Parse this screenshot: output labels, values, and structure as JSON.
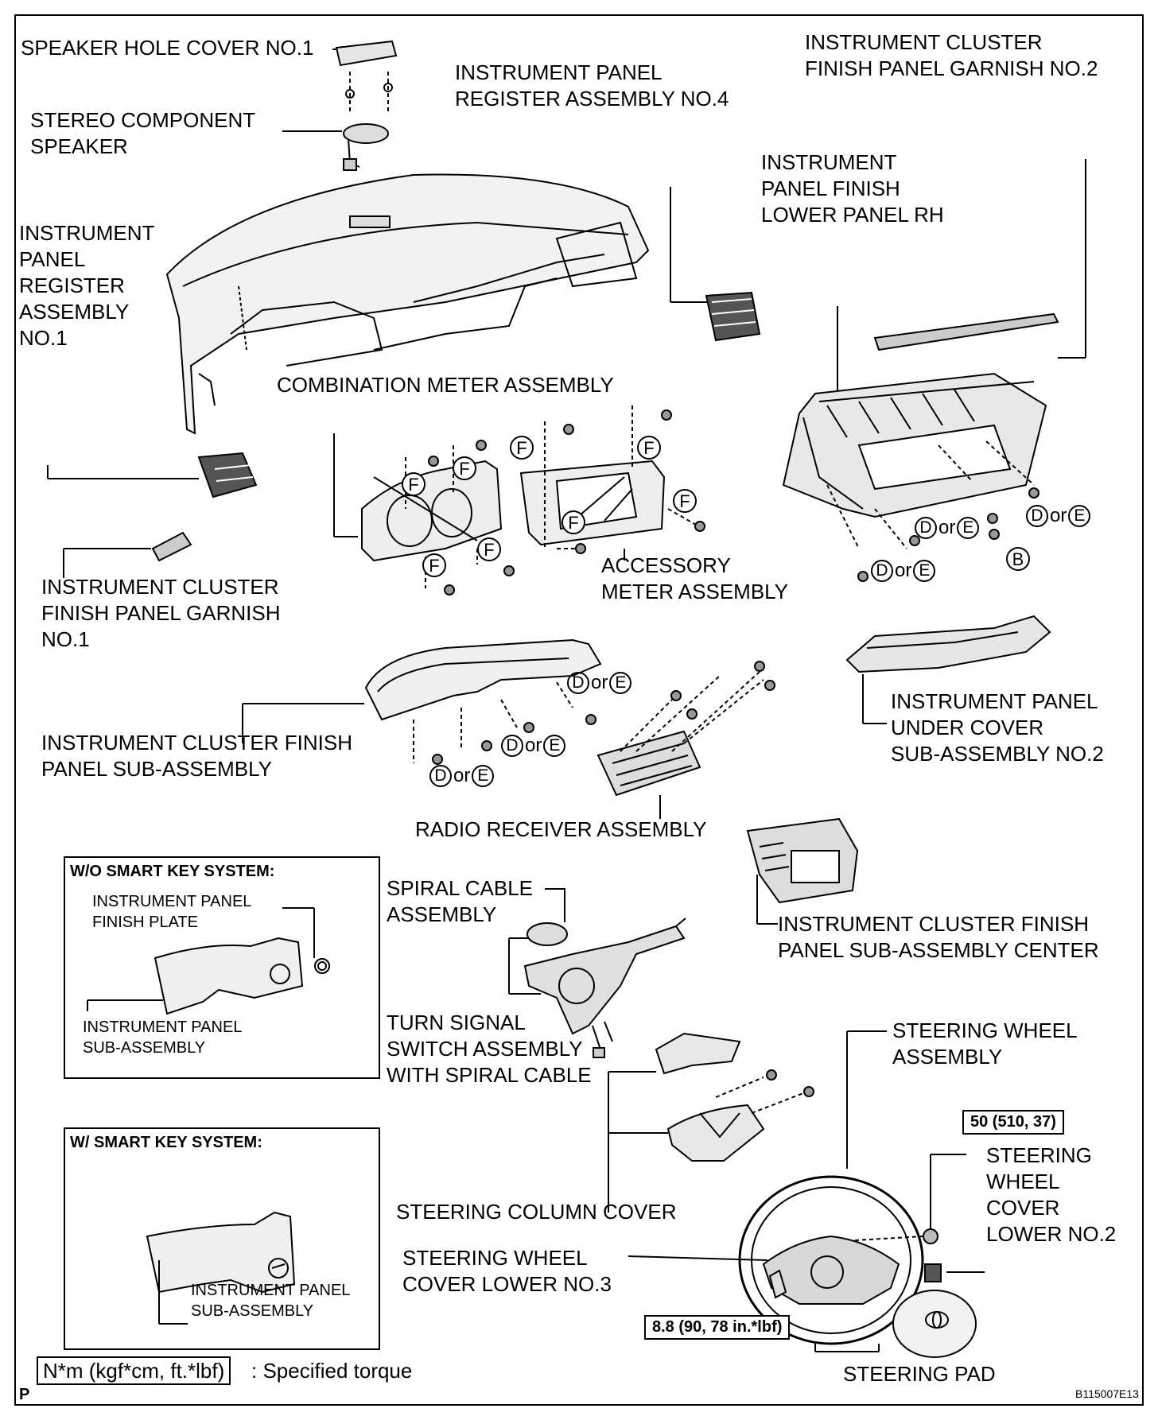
{
  "labels": {
    "speaker_hole_cover": "SPEAKER HOLE COVER NO.1",
    "stereo_speaker_l1": "STEREO COMPONENT",
    "stereo_speaker_l2": "SPEAKER",
    "register4_l1": "INSTRUMENT PANEL",
    "register4_l2": "REGISTER ASSEMBLY NO.4",
    "garnish2_l1": "INSTRUMENT CLUSTER",
    "garnish2_l2": "FINISH PANEL GARNISH NO.2",
    "lower_rh_l1": "INSTRUMENT",
    "lower_rh_l2": "PANEL FINISH",
    "lower_rh_l3": "LOWER PANEL RH",
    "register1_l1": "INSTRUMENT",
    "register1_l2": "PANEL",
    "register1_l3": "REGISTER",
    "register1_l4": "ASSEMBLY",
    "register1_l5": "NO.1",
    "combination_meter": "COMBINATION METER ASSEMBLY",
    "accessory_meter_l1": "ACCESSORY",
    "accessory_meter_l2": "METER ASSEMBLY",
    "garnish1_l1": "INSTRUMENT CLUSTER",
    "garnish1_l2": "FINISH PANEL GARNISH",
    "garnish1_l3": "NO.1",
    "finish_panel_l1": "INSTRUMENT CLUSTER FINISH",
    "finish_panel_l2": "PANEL SUB-ASSEMBLY",
    "under_cover_l1": "INSTRUMENT PANEL",
    "under_cover_l2": "UNDER COVER",
    "under_cover_l3": "SUB-ASSEMBLY NO.2",
    "radio_receiver": "RADIO RECEIVER ASSEMBLY",
    "finish_center_l1": "INSTRUMENT CLUSTER FINISH",
    "finish_center_l2": "PANEL SUB-ASSEMBLY CENTER",
    "spiral_cable_l1": "SPIRAL CABLE",
    "spiral_cable_l2": "ASSEMBLY",
    "turn_signal_l1": "TURN SIGNAL",
    "turn_signal_l2": "SWITCH ASSEMBLY",
    "turn_signal_l3": "WITH SPIRAL CABLE",
    "steering_wheel_l1": "STEERING WHEEL",
    "steering_wheel_l2": "ASSEMBLY",
    "sw_cover2_l1": "STEERING",
    "sw_cover2_l2": "WHEEL",
    "sw_cover2_l3": "COVER",
    "sw_cover2_l4": "LOWER NO.2",
    "column_cover": "STEERING COLUMN COVER",
    "sw_cover3_l1": "STEERING WHEEL",
    "sw_cover3_l2": "COVER LOWER NO.3",
    "steering_pad": "STEERING PAD"
  },
  "inset_wo": {
    "title": "W/O SMART KEY SYSTEM:",
    "finish_plate_l1": "INSTRUMENT PANEL",
    "finish_plate_l2": "FINISH PLATE",
    "sub_l1": "INSTRUMENT PANEL",
    "sub_l2": "SUB-ASSEMBLY"
  },
  "inset_w": {
    "title": "W/ SMART KEY SYSTEM:",
    "sub_l1": "INSTRUMENT PANEL",
    "sub_l2": "SUB-ASSEMBLY"
  },
  "torque": {
    "value_50": "50 (510, 37)",
    "value_88": "8.8 (90, 78 in.*lbf)",
    "legend_box": "N*m (kgf*cm, ft.*lbf)",
    "legend_text": ": Specified torque"
  },
  "clips": {
    "F": "F",
    "D": "D",
    "E": "E",
    "B": "B",
    "or": "or"
  },
  "footer": {
    "corner_mark": "P",
    "figure_code": "B115007E13"
  }
}
